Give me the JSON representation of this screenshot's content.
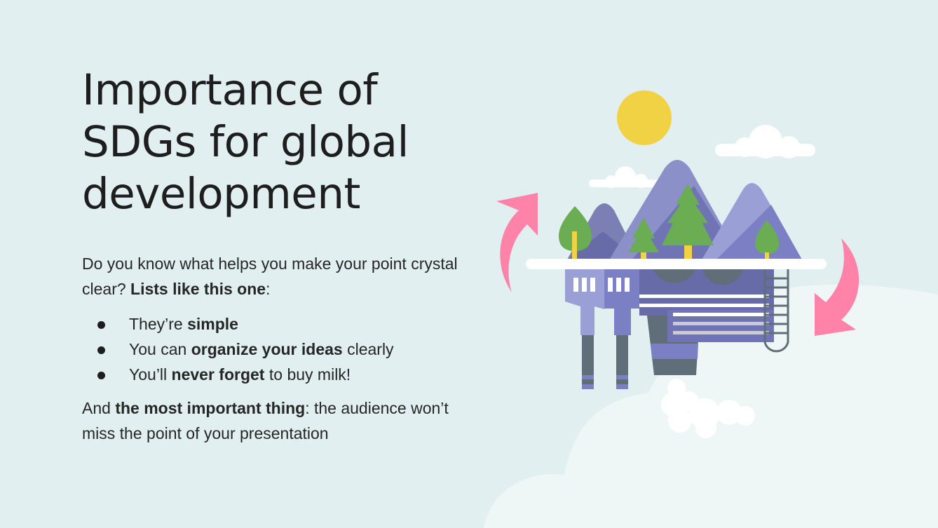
{
  "slide": {
    "title_lines": [
      "Importance of",
      "SDGs for global",
      "development"
    ],
    "intro": {
      "text_before": "Do you know what helps you make your point crystal clear? ",
      "bold": "Lists like this one",
      "text_after": ":"
    },
    "bullets": [
      {
        "before": "They’re ",
        "bold": "simple",
        "after": ""
      },
      {
        "before": "You can ",
        "bold": "organize your ideas",
        "after": " clearly"
      },
      {
        "before": "You’ll ",
        "bold": "never forget",
        "after": " to buy milk!"
      }
    ],
    "closing": {
      "text_before": "And ",
      "bold": "the most important thing",
      "text_after": ": the audience won’t miss the point of your presentation"
    }
  },
  "illustration": {
    "subject": "floating island with mountains, trees, and machinery, circled by recycle arrows",
    "colors": {
      "background": "#e2eff0",
      "big_cloud": "#eef6f6",
      "sun": "#f2d245",
      "mountain_light": "#9a9fd6",
      "mountain_mid": "#7b80c4",
      "mountain_dark": "#676ba8",
      "tree": "#6aad52",
      "trunk": "#f2d245",
      "machine_dark": "#5f6e78",
      "arrow": "#ff82a9",
      "white": "#ffffff"
    }
  }
}
